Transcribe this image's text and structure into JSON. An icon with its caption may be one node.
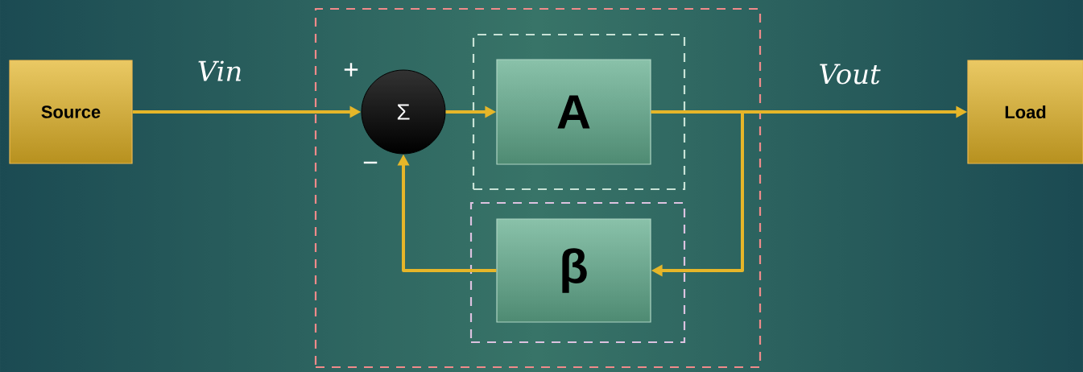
{
  "diagram": {
    "nodes": [
      {
        "text": [
          "Source"
        ]
      },
      {
        "text": [],
        "shape": "box"
      },
      {
        "text": [
          "Σ"
        ],
        "in": 1,
        "beside": [
          "+",
          "−"
        ]
      },
      {
        "text": [],
        "shape": "box",
        "in": 1
      },
      {
        "text": [
          "A"
        ],
        "in": 3
      },
      {
        "text": [],
        "shape": "box",
        "in": 1
      },
      {
        "text": [
          "β"
        ],
        "in": 5
      },
      {
        "text": [
          "Load"
        ]
      }
    ],
    "edges": [
      {
        "from": 0,
        "to": 2,
        "arrow": "to",
        "label": "Vin"
      },
      {
        "from": 2,
        "to": 4,
        "arrow": "to"
      },
      {
        "from": 4,
        "to": 7,
        "arrow": "to",
        "label": "Vout"
      },
      {
        "from": 4,
        "to": 6,
        "arrow": "to"
      },
      {
        "from": 6,
        "to": 2,
        "arrow": "to"
      }
    ]
  }
}
